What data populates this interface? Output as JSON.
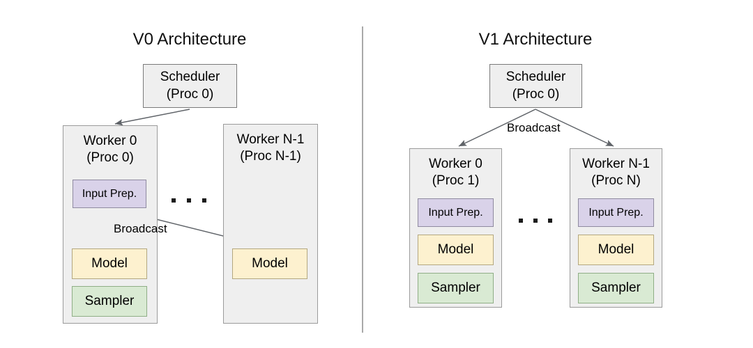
{
  "figure": {
    "background_color": "#ffffff",
    "divider_color": "#a9a9a9"
  },
  "colors": {
    "container_fill": "#efefef",
    "container_border": "#9b9b9b",
    "scheduler_border": "#7a7a7a",
    "input_prep_fill": "#d9d2e9",
    "input_prep_border": "#8f8aa0",
    "model_fill": "#fdf1cf",
    "model_border": "#b3a77f",
    "sampler_fill": "#d9ead3",
    "sampler_border": "#8fae86",
    "arrow_color": "#5f6368",
    "text_color": "#000000"
  },
  "panels": [
    {
      "id": "v0",
      "title": "V0 Architecture",
      "scheduler": {
        "line1": "Scheduler",
        "line2": "(Proc 0)"
      },
      "broadcast_label": "Broadcast",
      "ellipsis": "...",
      "workers": [
        {
          "id": "v0-worker-0",
          "line1": "Worker 0",
          "line2": "(Proc 0)",
          "components": [
            {
              "id": "input-prep",
              "label": "Input Prep."
            },
            {
              "id": "model",
              "label": "Model"
            },
            {
              "id": "sampler",
              "label": "Sampler"
            }
          ]
        },
        {
          "id": "v0-worker-n-1",
          "line1": "Worker N-1",
          "line2": "(Proc N-1)",
          "components": [
            {
              "id": "model",
              "label": "Model"
            }
          ]
        }
      ]
    },
    {
      "id": "v1",
      "title": "V1 Architecture",
      "scheduler": {
        "line1": "Scheduler",
        "line2": "(Proc 0)"
      },
      "broadcast_label": "Broadcast",
      "ellipsis": "...",
      "workers": [
        {
          "id": "v1-worker-0",
          "line1": "Worker 0",
          "line2": "(Proc 1)",
          "components": [
            {
              "id": "input-prep",
              "label": "Input Prep."
            },
            {
              "id": "model",
              "label": "Model"
            },
            {
              "id": "sampler",
              "label": "Sampler"
            }
          ]
        },
        {
          "id": "v1-worker-n-1",
          "line1": "Worker N-1",
          "line2": "(Proc N)",
          "components": [
            {
              "id": "input-prep",
              "label": "Input Prep."
            },
            {
              "id": "model",
              "label": "Model"
            },
            {
              "id": "sampler",
              "label": "Sampler"
            }
          ]
        }
      ]
    }
  ]
}
